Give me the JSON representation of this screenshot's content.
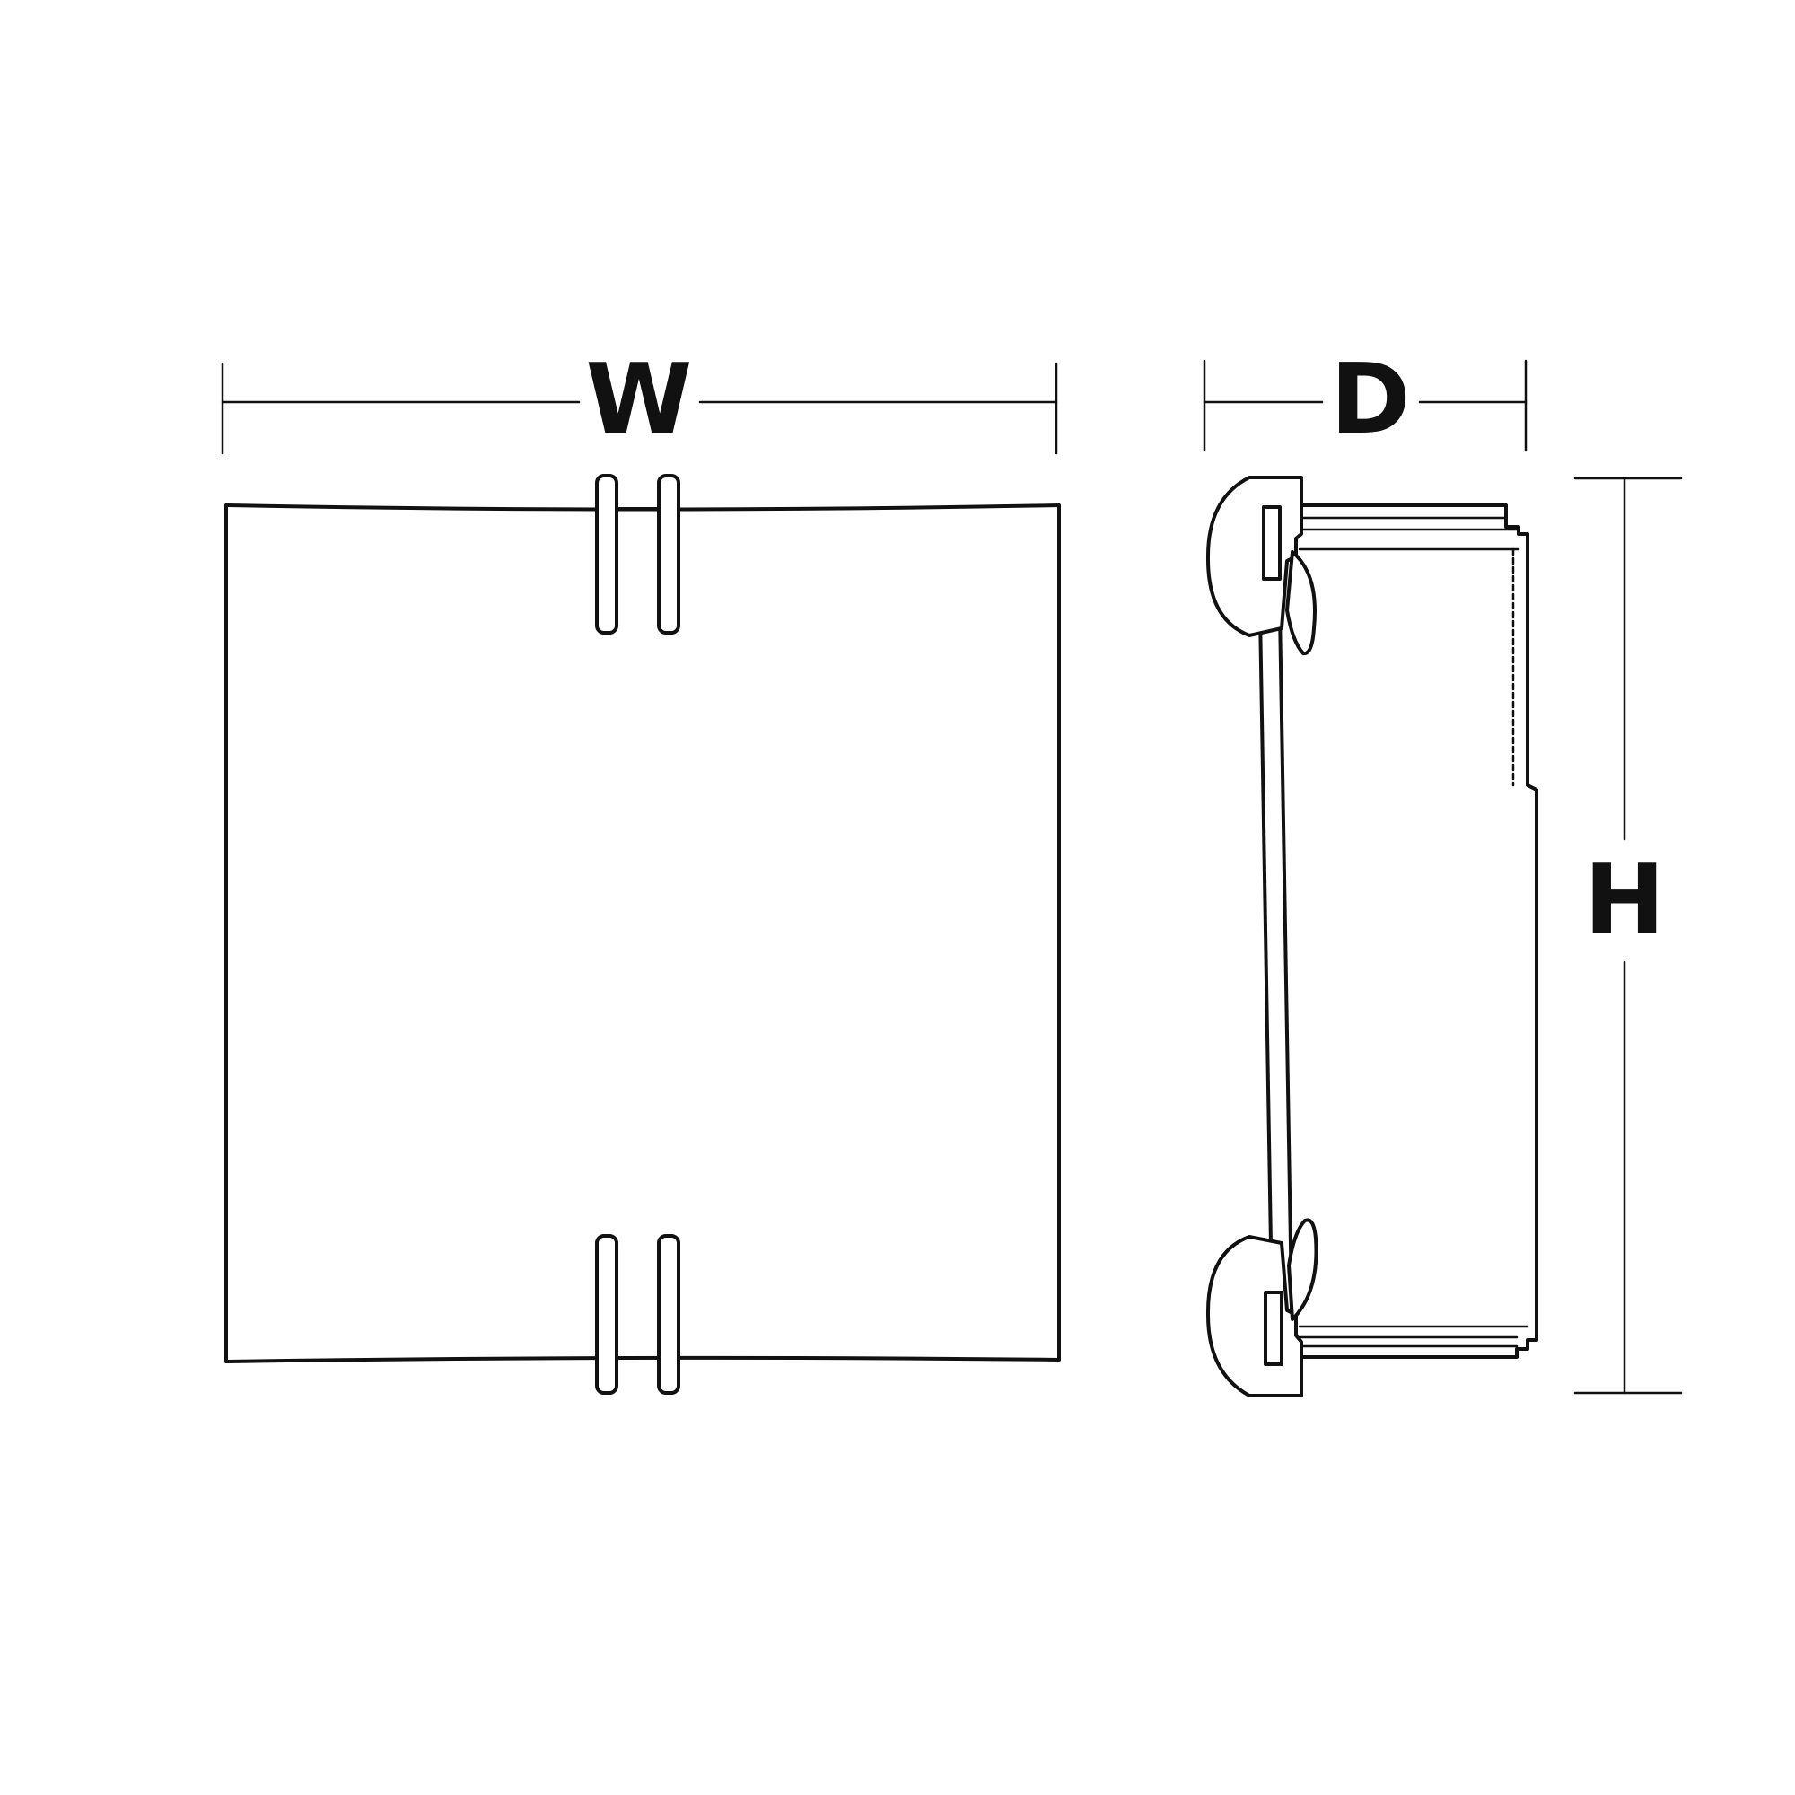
{
  "dimensions": {
    "width_label": "W",
    "depth_label": "D",
    "height_label": "H"
  },
  "colors": {
    "line": "#111111",
    "background": "#ffffff"
  }
}
